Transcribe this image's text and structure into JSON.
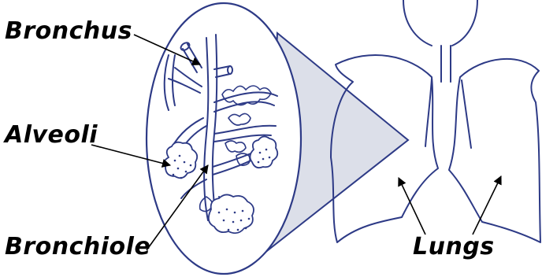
{
  "labels": {
    "bronchus": "Bronchus",
    "alveoli": "Alveoli",
    "bronchiole": "Bronchiole",
    "lungs": "Lungs"
  },
  "colors": {
    "outline": "#2d3a86",
    "magnifier_fill": "#dcdfe9",
    "label_text": "#000000"
  }
}
